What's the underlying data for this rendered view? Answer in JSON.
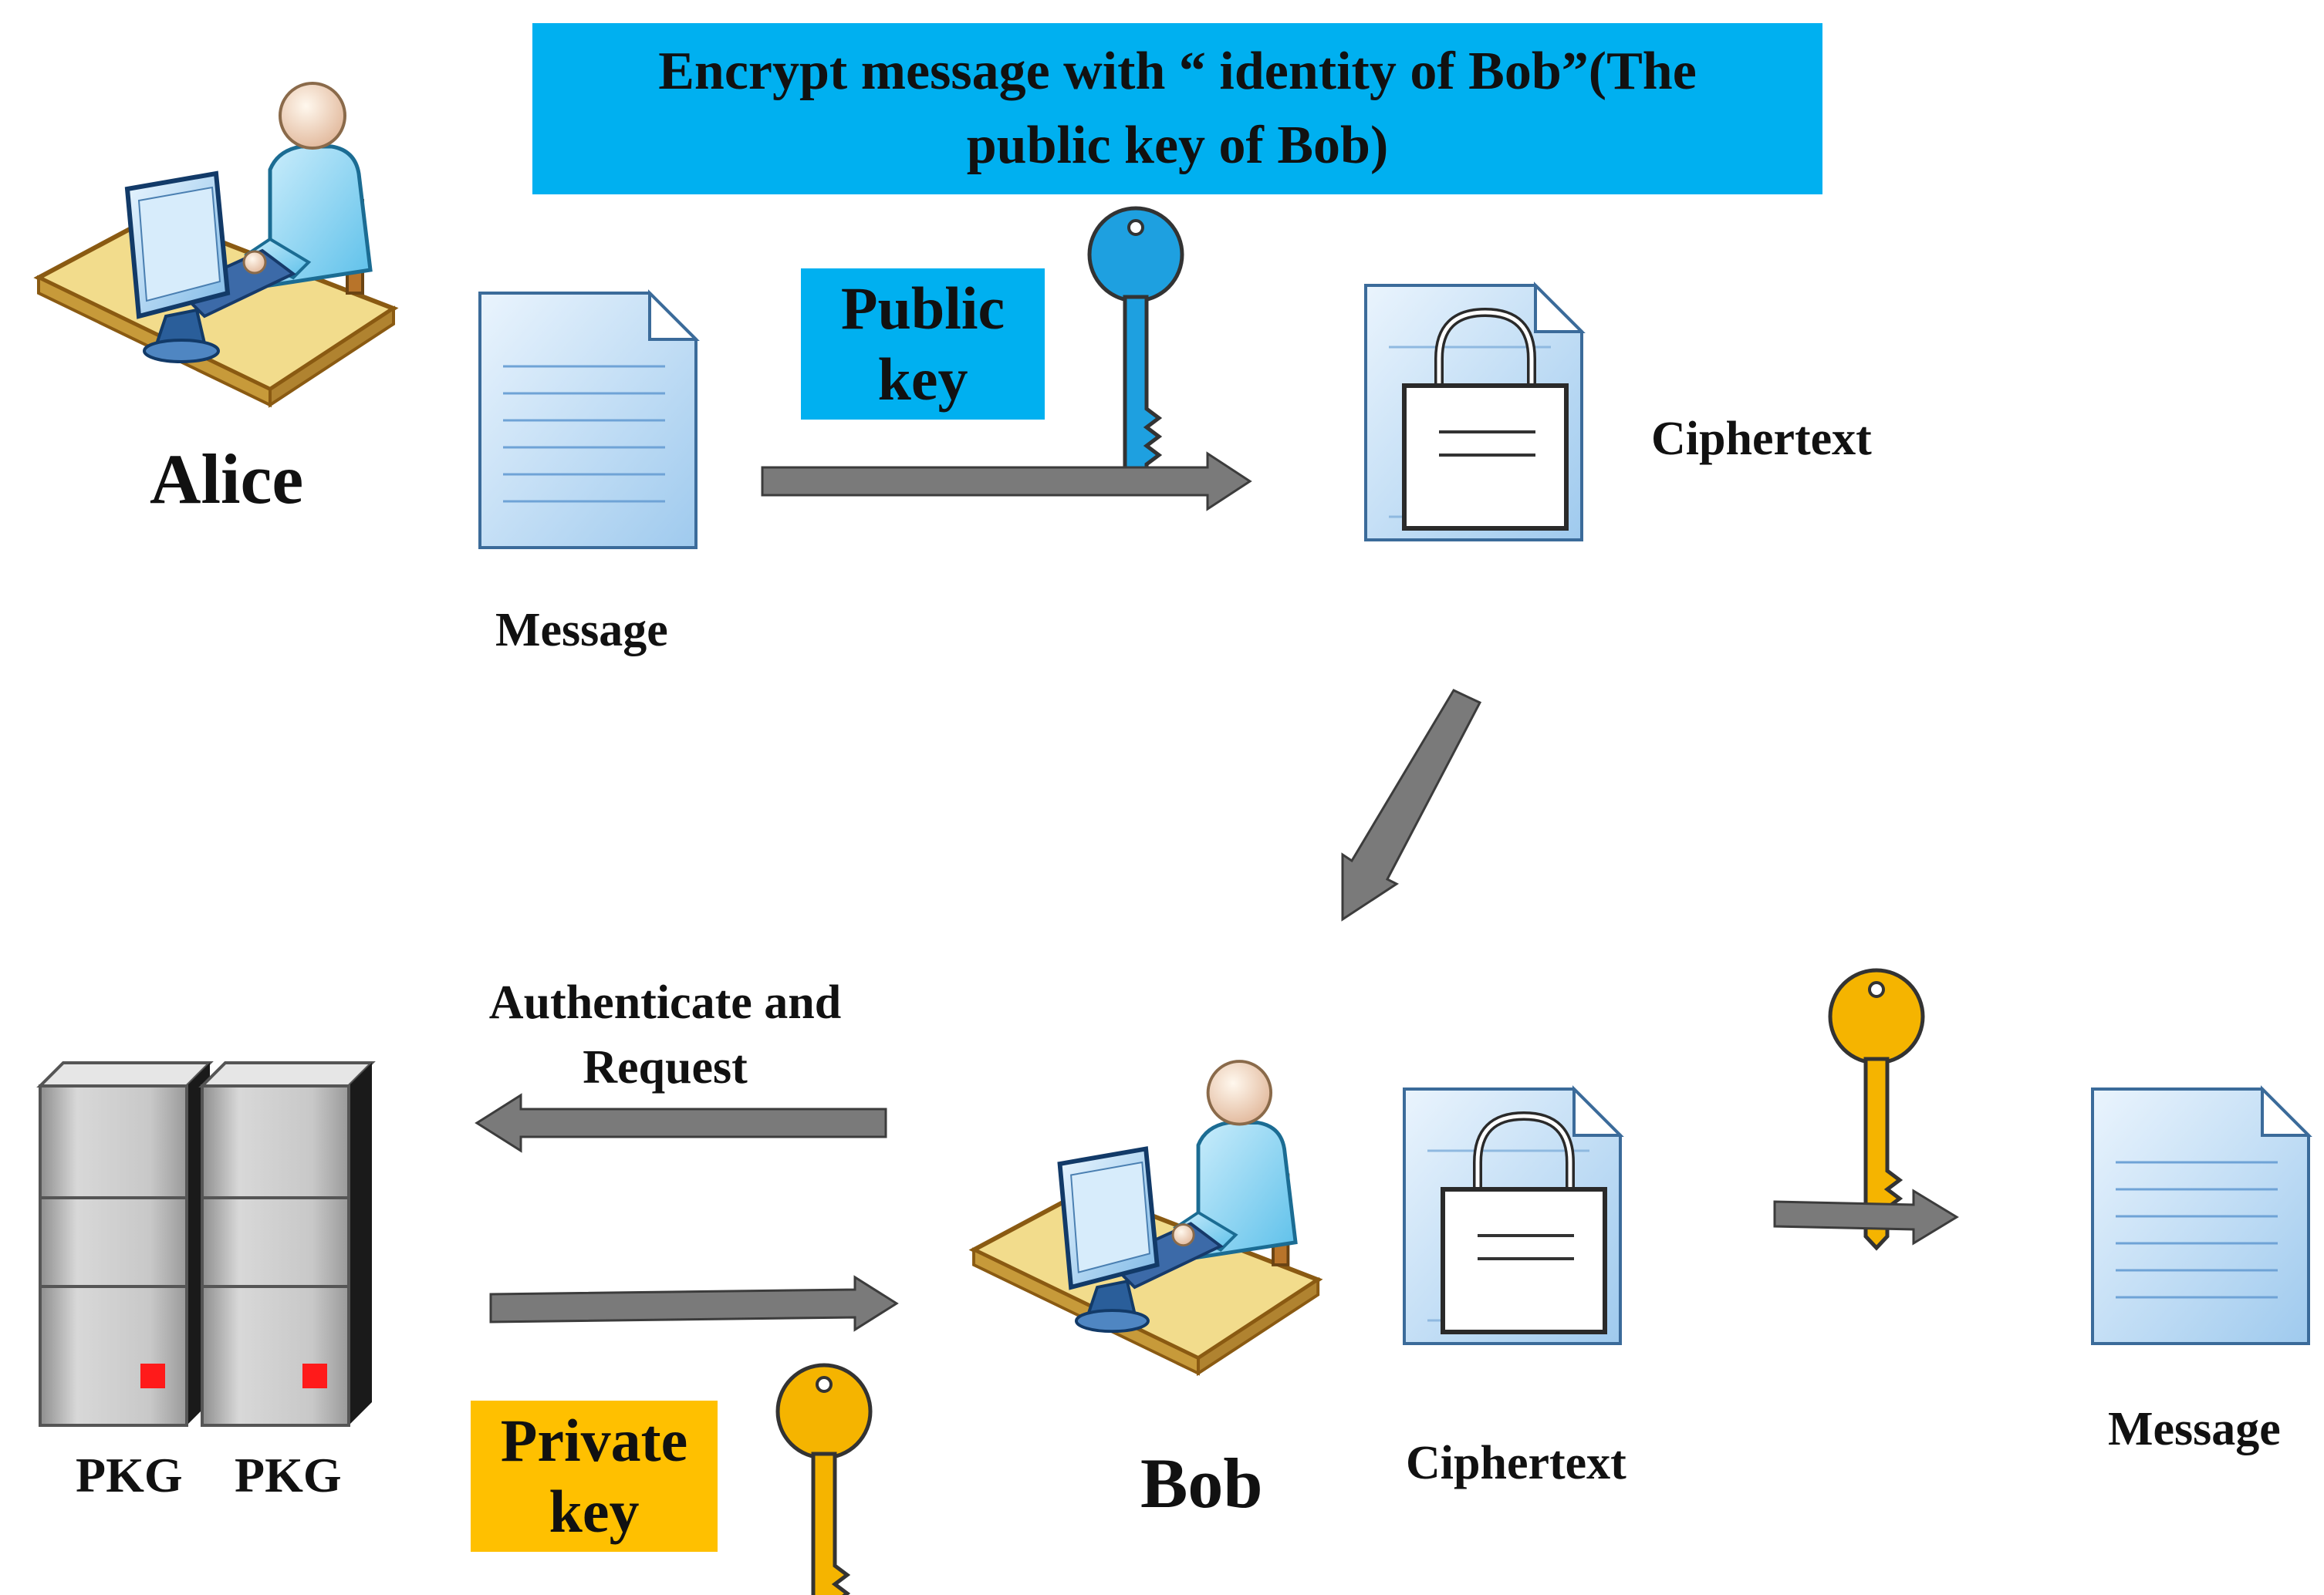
{
  "banner": {
    "text": "Encrypt message with “ identity of Bob”(The\npublic key of Bob)"
  },
  "alice": {
    "name": "Alice"
  },
  "bob": {
    "name": "Bob"
  },
  "labels": {
    "message_top": "Message",
    "ciphertext_top": "Ciphertext",
    "ciphertext_bottom": "Ciphertext",
    "message_bottom": "Message",
    "auth_request": "Authenticate and\nRequest",
    "pkg_1": "PKG",
    "pkg_2": "PKG"
  },
  "keys": {
    "public_label": "Public\nkey",
    "private_label": "Private\nkey"
  },
  "colors": {
    "public_key": "#1ea0e0",
    "private_key": "#f5b400",
    "banner_bg": "#00b0f0",
    "private_bg": "#ffc000",
    "arrow": "#7a7a7a"
  }
}
